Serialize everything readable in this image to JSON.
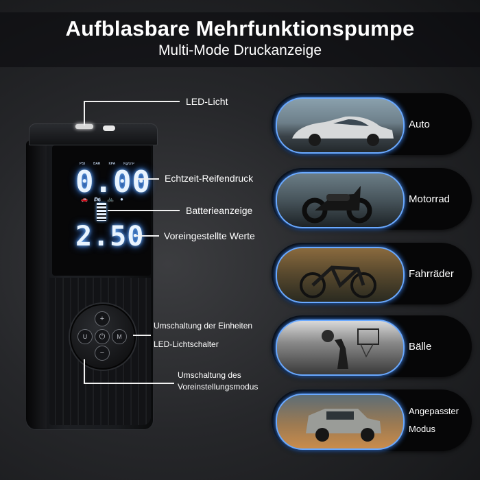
{
  "header": {
    "title": "Aufblasbare Mehrfunktionspumpe",
    "subtitle": "Multi-Mode Druckanzeige"
  },
  "display": {
    "units": [
      "PSI",
      "BAR",
      "KPA",
      "Kg/cm²"
    ],
    "current_reading": "0.00",
    "preset_reading": "2.50"
  },
  "callouts": {
    "led_light": "LED-Licht",
    "realtime_pressure": "Echtzeit-Reifendruck",
    "battery_display": "Batterieanzeige",
    "preset_values": "Voreingestellte Werte",
    "unit_switch": "Umschaltung der Einheiten",
    "led_switch": "LED-Lichtschalter",
    "preset_mode_switch_line1": "Umschaltung des",
    "preset_mode_switch_line2": "Voreinstellungsmodus"
  },
  "modes": [
    {
      "label": "Auto",
      "icon": "car-icon"
    },
    {
      "label": "Motorrad",
      "icon": "motorcycle-icon"
    },
    {
      "label": "Fahrräder",
      "icon": "bicycle-icon"
    },
    {
      "label": "Bälle",
      "icon": "ball-icon"
    },
    {
      "label_line1": "Angepasster",
      "label_line2": "Modus",
      "icon": "suv-icon"
    }
  ],
  "colors": {
    "accent_glow": "#3d8bff",
    "display_text": "#e9f4ff"
  }
}
